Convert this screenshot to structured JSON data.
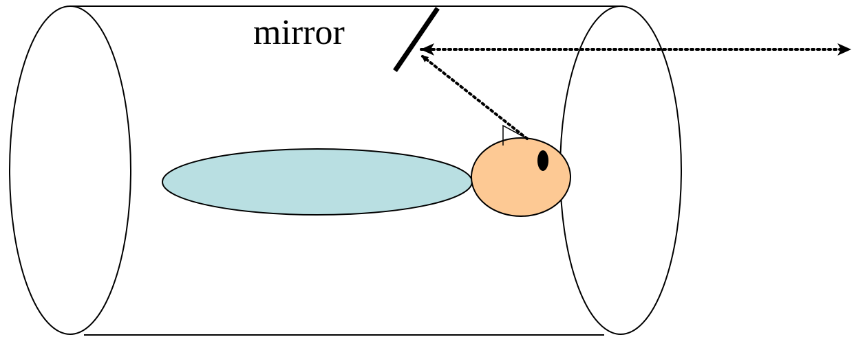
{
  "diagram": {
    "labels": {
      "mirror": "mirror"
    },
    "colors": {
      "outline": "#000000",
      "body_fill": "#b9dfe2",
      "head_fill": "#fdc994",
      "eye_fill": "#000000",
      "background": "#ffffff"
    },
    "elements": [
      "scanner-bore-cylinder",
      "mirror",
      "patient-body",
      "patient-head",
      "eye",
      "gaze-path-to-mirror",
      "reflected-view-path"
    ]
  }
}
